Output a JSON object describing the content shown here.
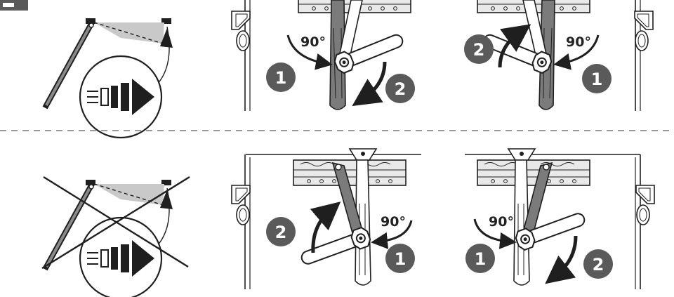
{
  "angle_label": "90°",
  "step_first": "1",
  "step_second": "2",
  "colors": {
    "badge": "#5a5a5a",
    "arm": "#7b7b7b",
    "line": "#1f1f1f",
    "shade": "#c9c9c9",
    "divider": "#9a9a9a"
  },
  "icons": {
    "correct_position": "door-closer-correct-mount-icon",
    "wrong_position": "door-closer-wrong-mount-icon",
    "wrench": "wrench-icon"
  }
}
